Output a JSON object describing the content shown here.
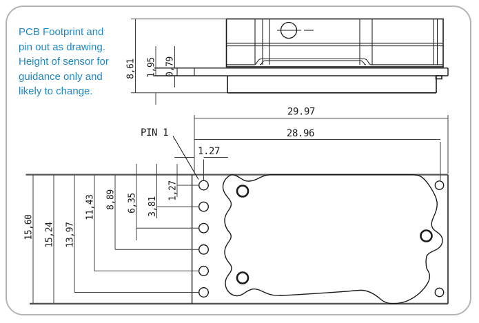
{
  "note": {
    "text": "PCB Footprint and pin out as drawing. Height of sensor for guidance only and likely to change."
  },
  "side_view": {
    "dim_overall_height": "8,61",
    "dim_standoff": "1,95",
    "dim_lead_thickness": "0,79"
  },
  "plan_view": {
    "pin1_label": "PIN 1",
    "dim_board_width": "29.97",
    "dim_pin_span": "28.96",
    "dim_pin1_inset": "1.27",
    "left_dims": [
      "15,60",
      "15,24",
      "13,97",
      "11,43",
      "8,89",
      "6,35",
      "3,81",
      "1,27"
    ],
    "pin_count_left": 6,
    "pin_count_right": 2,
    "mounting_hole_count": 3
  },
  "colors": {
    "accent_blue": "#1e88c7",
    "drawing_line": "#1a1a1a",
    "dimension_line": "#3f3f3f",
    "pcb_edge": "#555555",
    "card_border": "#b4b4b4"
  }
}
